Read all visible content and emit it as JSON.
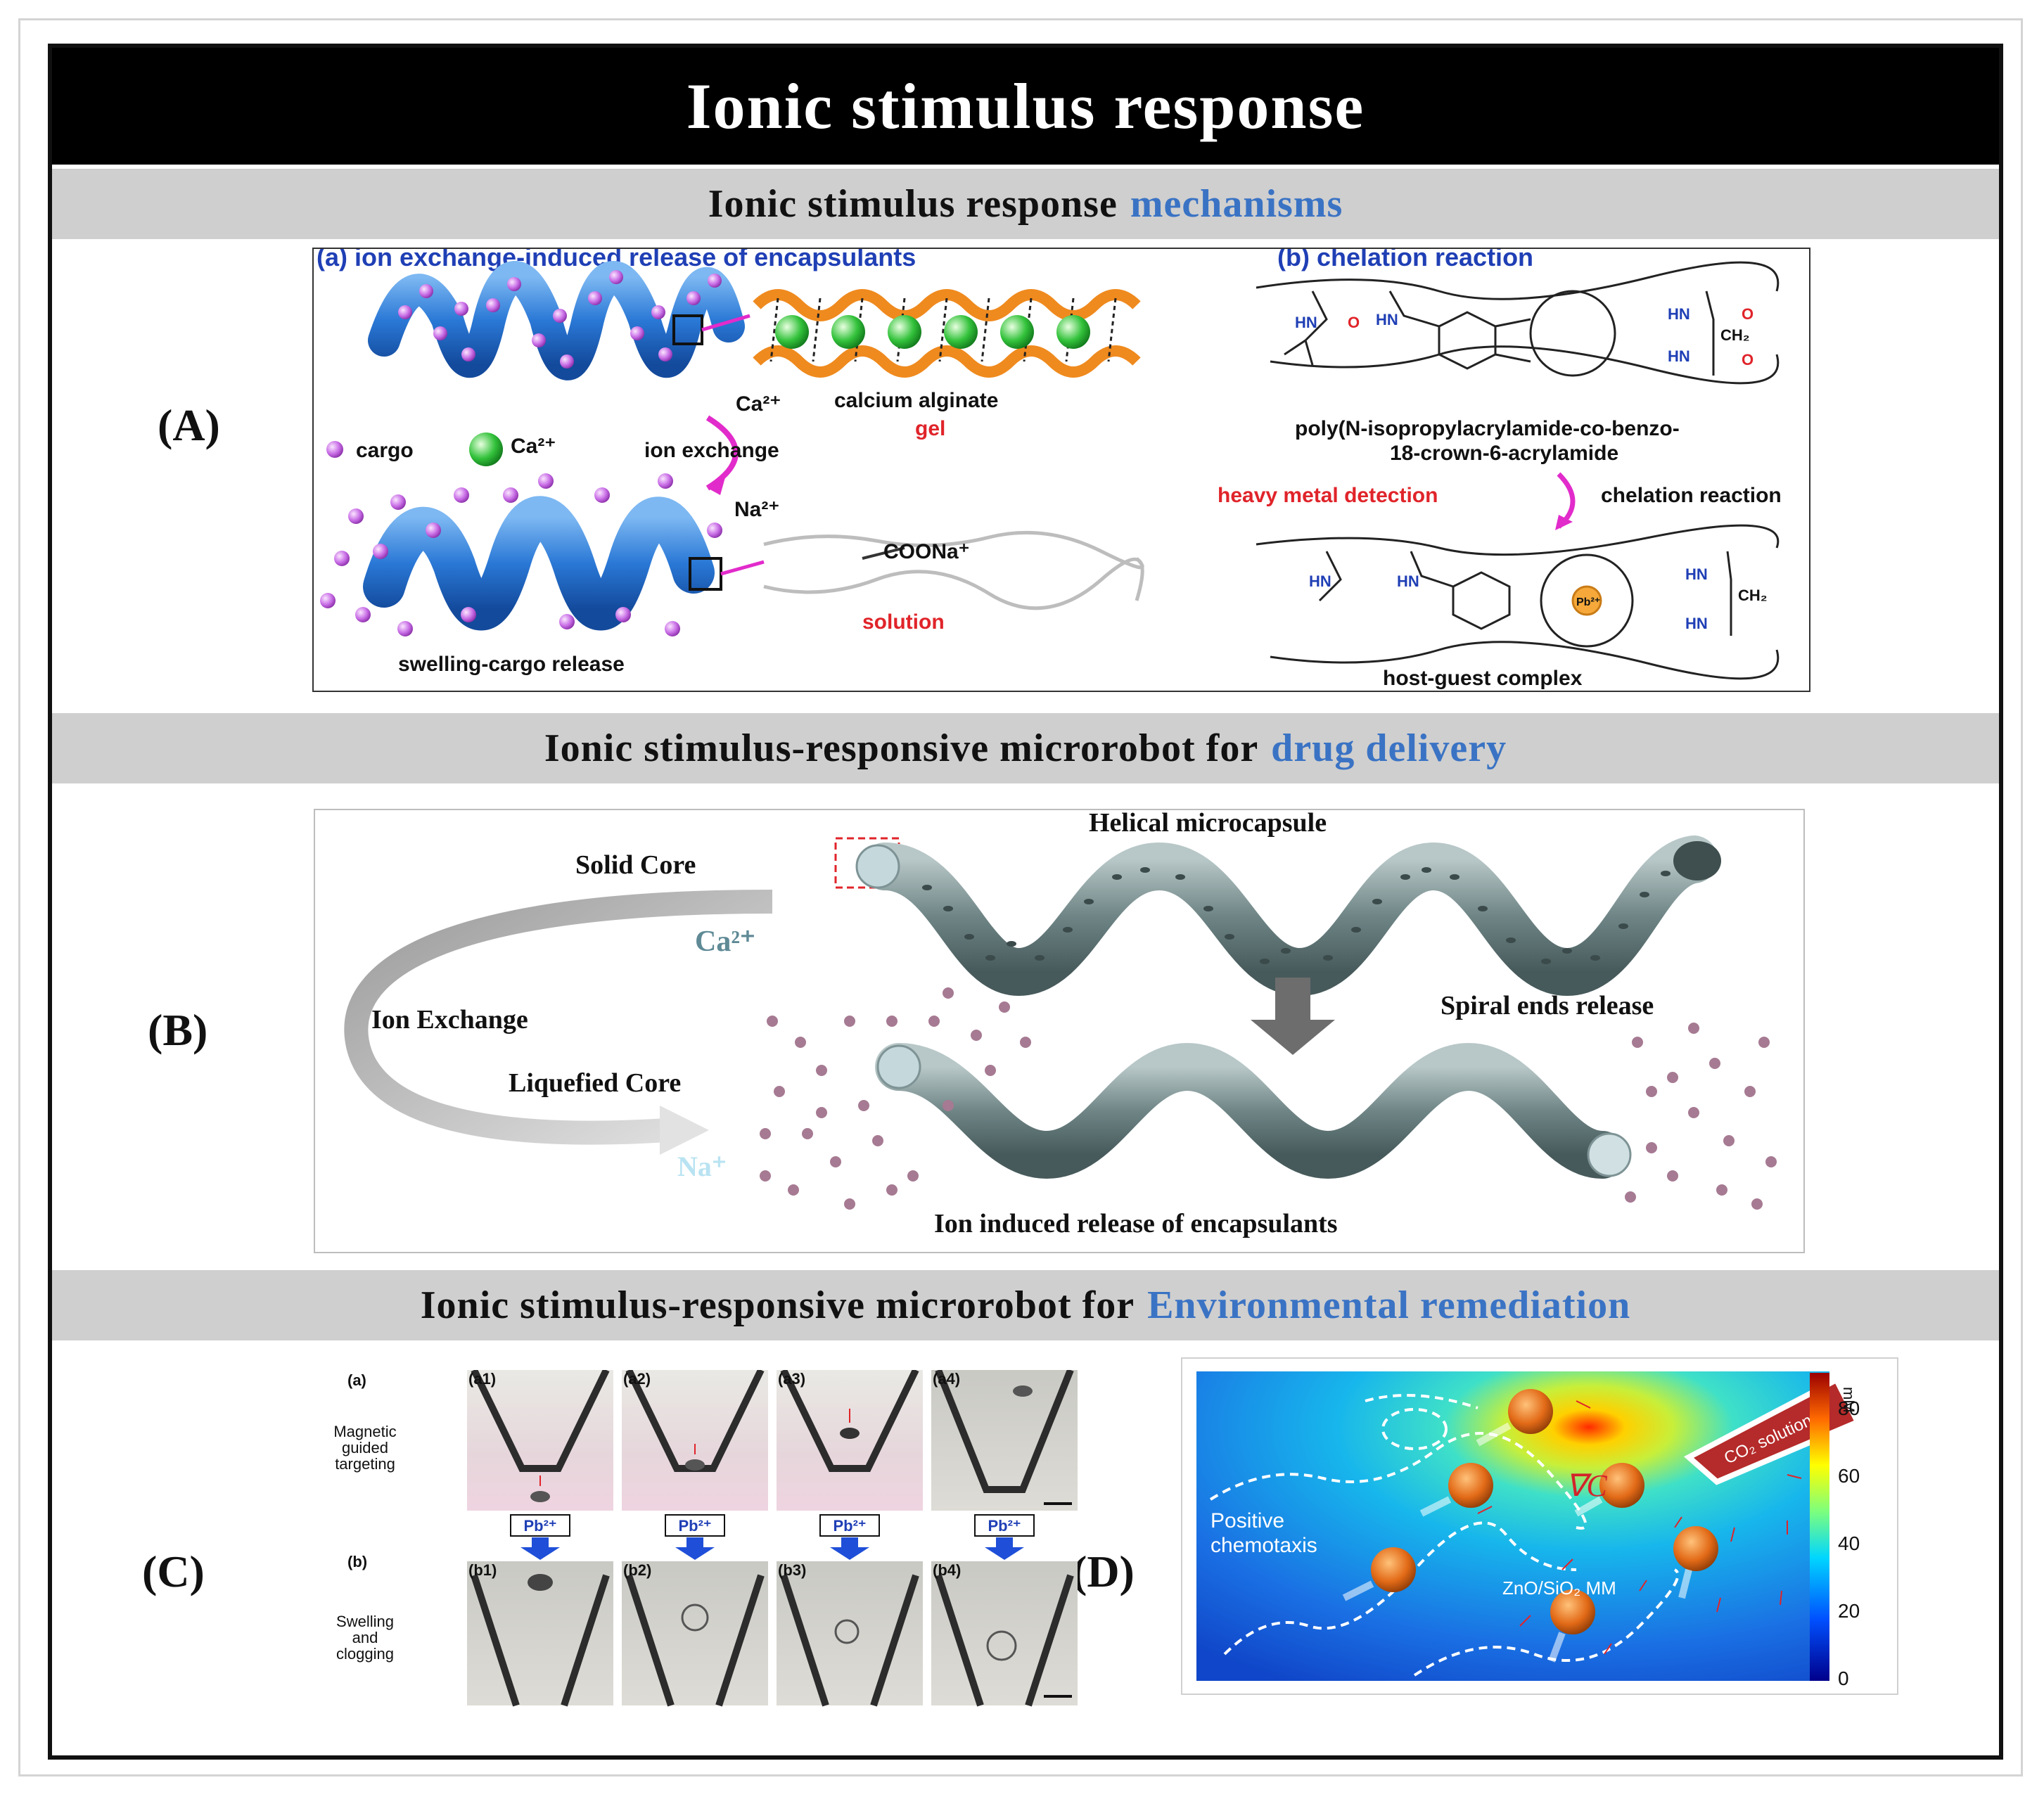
{
  "title": "Ionic stimulus response",
  "bands": {
    "mech": {
      "text": "Ionic stimulus response",
      "highlight": "mechanisms"
    },
    "drug": {
      "text": "Ionic stimulus-responsive microrobot for",
      "highlight": "drug delivery"
    },
    "env": {
      "text": "Ionic stimulus-responsive microrobot for",
      "highlight": "Environmental remediation"
    }
  },
  "panel_labels": {
    "A": "(A)",
    "B": "(B)",
    "C": "(C)",
    "D": "(D)"
  },
  "panelA": {
    "a_title": "(a) ion exchange-induced release of encapsulants",
    "b_title": "(b) chelation reaction",
    "ca": "Ca²⁺",
    "calcium_alginate": "calcium alginate",
    "gel": "gel",
    "legend_cargo": "cargo",
    "legend_ca": "Ca²⁺",
    "ion_exchange": "ion exchange",
    "na": "Na²⁺",
    "coona": "COONa⁺",
    "solution": "solution",
    "swelling": "swelling-cargo release",
    "polymer_line1": "poly(N-isopropylacrylamide-co-benzo-",
    "polymer_line2": "18-crown-6-acrylamide",
    "heavy_metal": "heavy metal detection",
    "chelation": "chelation reaction",
    "host_guest": "host-guest complex",
    "pb": "Pb²⁺",
    "hn": "HN",
    "ch2": "CH₂",
    "o": "O"
  },
  "panelB": {
    "helical": "Helical microcapsule",
    "solid_core": "Solid Core",
    "ca": "Ca²⁺",
    "ion_exchange": "Ion Exchange",
    "liquefied": "Liquefied Core",
    "na": "Na⁺",
    "spiral": "Spiral ends release",
    "ion_induced": "Ion induced release of  encapsulants"
  },
  "panelC": {
    "row_a": "(a)",
    "row_b": "(b)",
    "mag_line1": "Magnetic",
    "mag_line2": "guided",
    "mag_line3": "targeting",
    "sw_line1": "Swelling",
    "sw_line2": "and",
    "sw_line3": "clogging",
    "top_frames": [
      "(a1)",
      "(a2)",
      "(a3)",
      "(a4)"
    ],
    "bottom_frames": [
      "(b1)",
      "(b2)",
      "(b3)",
      "(b4)"
    ],
    "pb": "Pb²⁺"
  },
  "panelD": {
    "co2": "CO₂ solution",
    "grad": "∇C",
    "positive": "Positive",
    "chemotaxis": "chemotaxis",
    "mm": "ZnO/SiO₂ MM",
    "unit": "mM",
    "ticks": [
      "80",
      "60",
      "40",
      "20",
      "0"
    ]
  },
  "colors": {
    "highlight": "#3a73c4",
    "blue_text": "#1f3fb5",
    "red_text": "#e0242a",
    "magenta": "#e22bcb"
  }
}
